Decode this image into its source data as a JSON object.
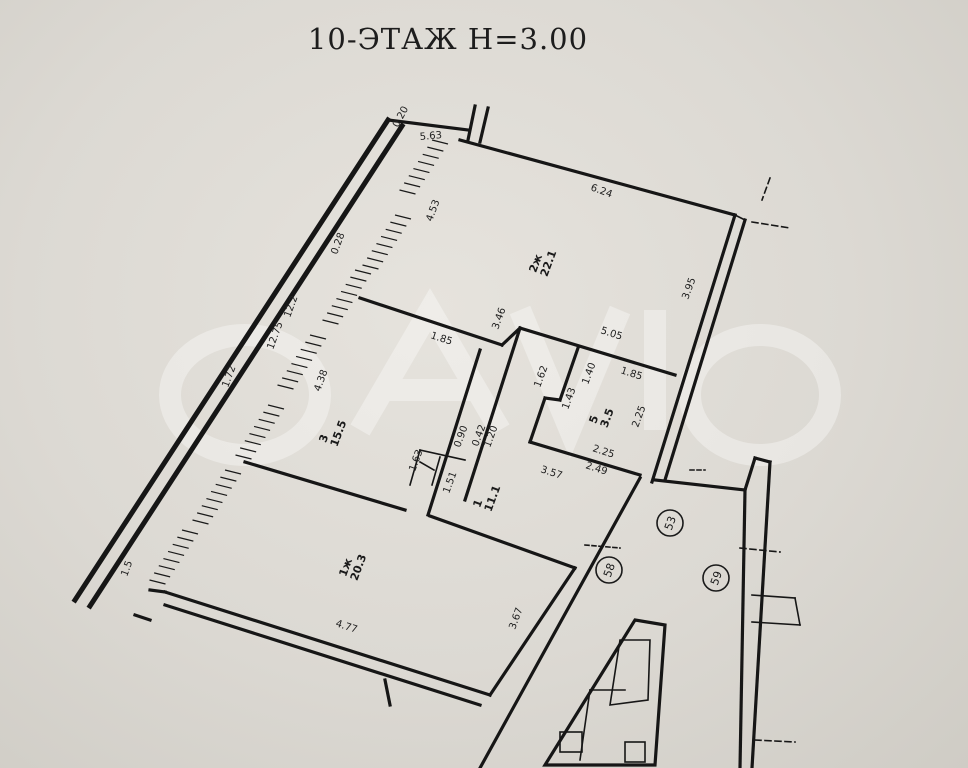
{
  "title": "10-ЭТАЖ  H=3.00",
  "dimensions": [
    {
      "id": "d1",
      "text": "0.20"
    },
    {
      "id": "d2",
      "text": "5.63"
    },
    {
      "id": "d3",
      "text": "6.24"
    },
    {
      "id": "d4",
      "text": "3.95"
    },
    {
      "id": "d5",
      "text": "4.53"
    },
    {
      "id": "d6",
      "text": "12.2"
    },
    {
      "id": "d7",
      "text": "12.75"
    },
    {
      "id": "d8",
      "text": "4.38"
    },
    {
      "id": "d9",
      "text": "0.28"
    },
    {
      "id": "d10",
      "text": "1.72"
    },
    {
      "id": "d11",
      "text": "5.05"
    },
    {
      "id": "d12",
      "text": "3.46"
    },
    {
      "id": "d13",
      "text": "2.49"
    },
    {
      "id": "d14",
      "text": "3.57"
    },
    {
      "id": "d15",
      "text": "1.62"
    },
    {
      "id": "d16",
      "text": "1.85"
    },
    {
      "id": "d17",
      "text": "2.25"
    },
    {
      "id": "d18",
      "text": "1.85"
    },
    {
      "id": "d19",
      "text": "1.40"
    },
    {
      "id": "d20",
      "text": "4.77"
    },
    {
      "id": "d21",
      "text": "3.67"
    },
    {
      "id": "d22",
      "text": "1.63"
    },
    {
      "id": "d23",
      "text": "1.20"
    },
    {
      "id": "d24",
      "text": "0.90"
    },
    {
      "id": "d25",
      "text": "0.42"
    },
    {
      "id": "d26",
      "text": "1.5"
    },
    {
      "id": "d27",
      "text": "1.51"
    },
    {
      "id": "d28",
      "text": "2.25"
    },
    {
      "id": "d29",
      "text": "1.43"
    }
  ],
  "rooms": [
    {
      "id": "r1",
      "label": "2ж",
      "area": "22.1"
    },
    {
      "id": "r2",
      "label": "3",
      "area": "15.5"
    },
    {
      "id": "r3",
      "label": "1",
      "area": "11.1"
    },
    {
      "id": "r4",
      "label": "1ж",
      "area": "20.3"
    },
    {
      "id": "r5",
      "label": "5",
      "area": "3.5"
    }
  ],
  "markers": [
    {
      "id": "m1",
      "text": "53"
    },
    {
      "id": "m2",
      "text": "58"
    },
    {
      "id": "m3",
      "text": "59"
    }
  ]
}
